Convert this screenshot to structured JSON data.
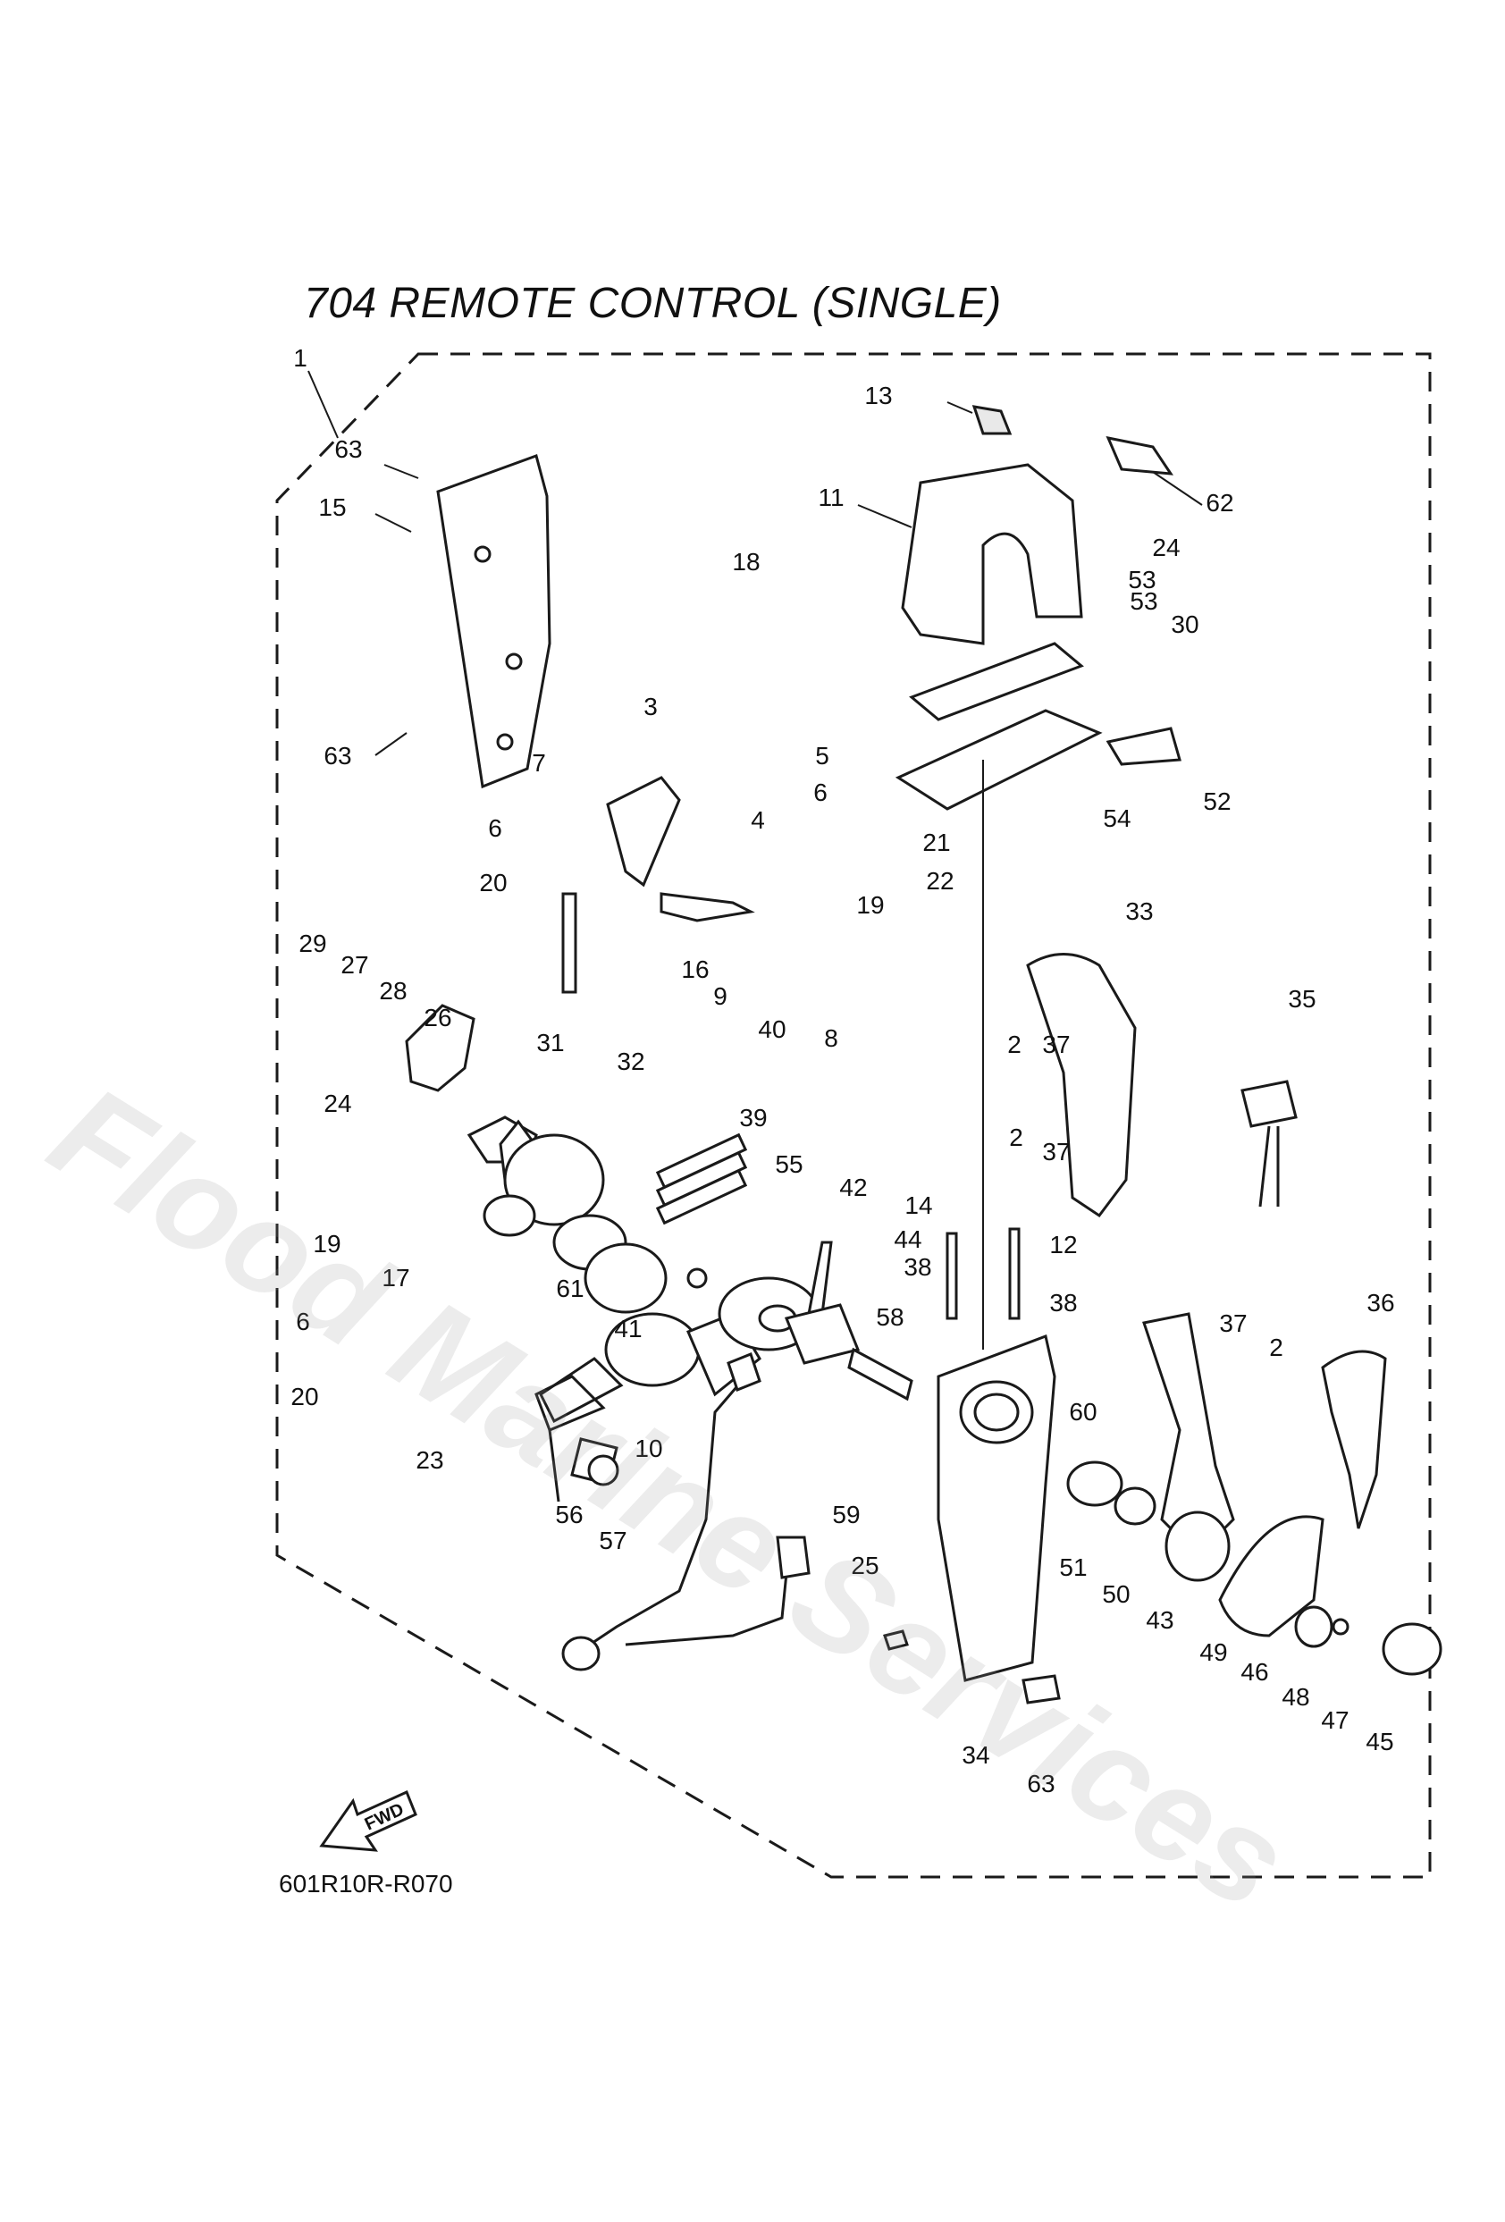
{
  "title": "704 REMOTE CONTROL (SINGLE)",
  "diagram_code": "601R10R-R070",
  "watermark": "Flood Marine Services",
  "fwd_label": "FWD",
  "colors": {
    "line": "#1a1a1a",
    "watermark": "#c8c8c8",
    "part_fill": "#e9e9e9"
  },
  "callouts": [
    "1",
    "63",
    "15",
    "63",
    "13",
    "11",
    "18",
    "62",
    "24",
    "53",
    "53",
    "30",
    "52",
    "54",
    "21",
    "22",
    "3",
    "7",
    "6",
    "20",
    "4",
    "5",
    "6",
    "19",
    "16",
    "9",
    "8",
    "33",
    "35",
    "2",
    "37",
    "2",
    "37",
    "29",
    "27",
    "28",
    "26",
    "31",
    "32",
    "40",
    "24",
    "39",
    "55",
    "42",
    "14",
    "38",
    "12",
    "38",
    "44",
    "61",
    "41",
    "58",
    "19",
    "17",
    "6",
    "20",
    "23",
    "10",
    "56",
    "57",
    "60",
    "37",
    "2",
    "36",
    "59",
    "25",
    "51",
    "50",
    "43",
    "49",
    "46",
    "48",
    "47",
    "45",
    "34",
    "63"
  ]
}
